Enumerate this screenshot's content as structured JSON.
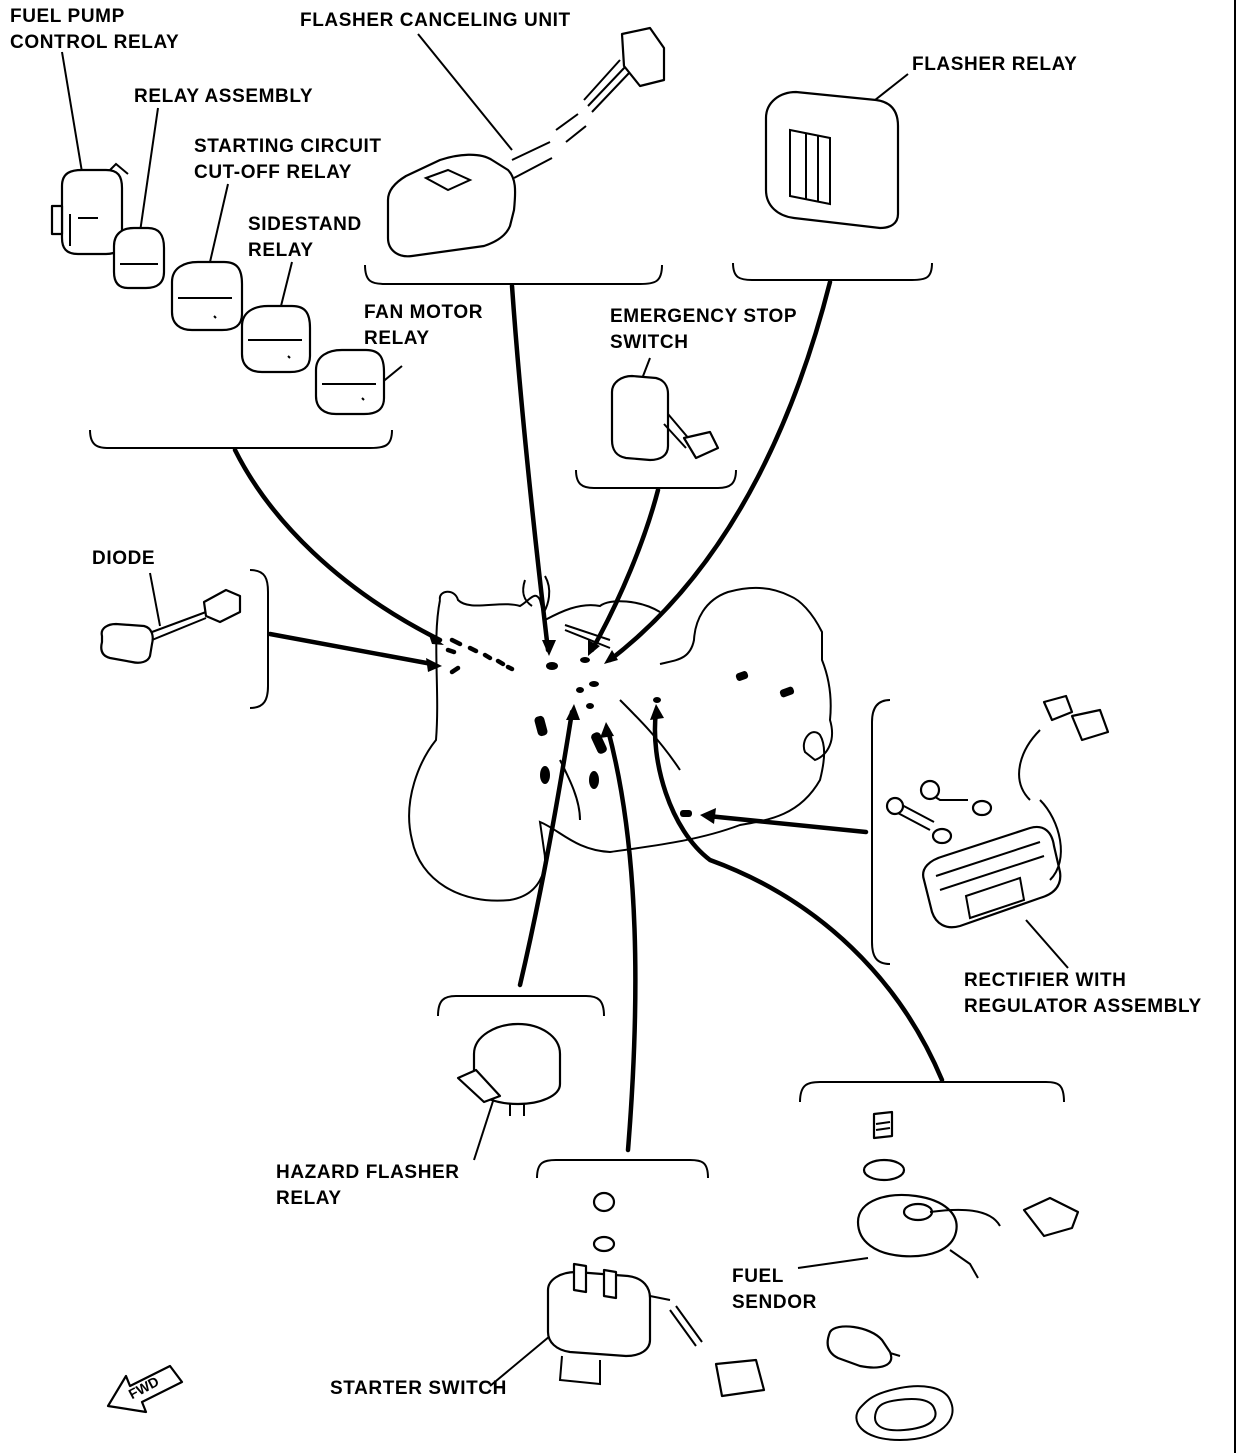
{
  "labels": {
    "fuel_pump_control_relay": [
      "FUEL PUMP",
      "CONTROL RELAY"
    ],
    "relay_assembly": [
      "RELAY ASSEMBLY"
    ],
    "starting_circuit_cutoff_relay": [
      "STARTING CIRCUIT",
      "CUT-OFF RELAY"
    ],
    "sidestand_relay": [
      "SIDESTAND",
      "RELAY"
    ],
    "fan_motor_relay": [
      "FAN MOTOR",
      "RELAY"
    ],
    "flasher_canceling_unit": [
      "FLASHER CANCELING UNIT"
    ],
    "flasher_relay": [
      "FLASHER RELAY"
    ],
    "emergency_stop_switch": [
      "EMERGENCY STOP",
      "SWITCH"
    ],
    "diode": [
      "DIODE"
    ],
    "rectifier_regulator": [
      "RECTIFIER WITH",
      "REGULATOR ASSEMBLY"
    ],
    "hazard_flasher_relay": [
      "HAZARD FLASHER",
      "RELAY"
    ],
    "fuel_sendor": [
      "FUEL",
      "SENDOR"
    ],
    "starter_switch": [
      "STARTER SWITCH"
    ]
  },
  "fwd_marker": "FWD"
}
